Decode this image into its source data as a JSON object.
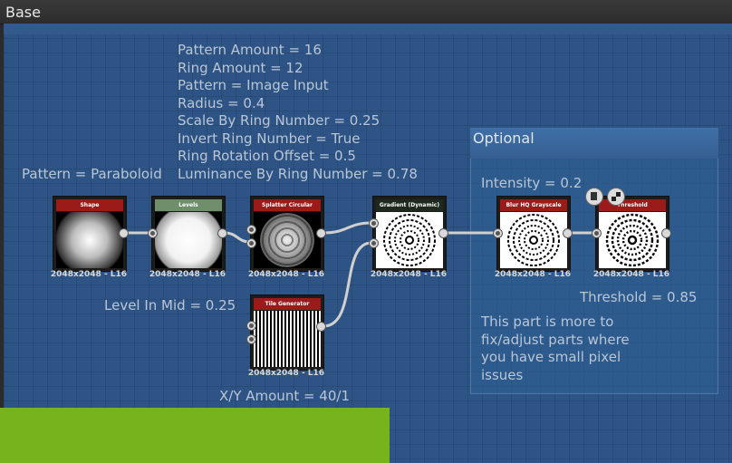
{
  "frame": {
    "title": "Base"
  },
  "optional_frame": {
    "title": "Optional",
    "note_lines": [
      "This part is more to",
      "fix/adjust parts where",
      "you have small pixel",
      "issues"
    ]
  },
  "labels": {
    "pattern": "Pattern = Paraboloid",
    "level_in_mid": "Level In Mid = 0.25",
    "xy_amount": "X/Y Amount = 40/1",
    "intensity": "Intensity = 0.2",
    "threshold": "Threshold = 0.85"
  },
  "splatter_params": [
    "Pattern Amount = 16",
    "Ring Amount = 12",
    "Pattern = Image Input",
    "Radius = 0.4",
    "Scale By Ring Number = 0.25",
    "Invert Ring Number = True",
    "Ring Rotation Offset = 0.5",
    "Luminance By Ring Number = 0.78"
  ],
  "nodes": [
    {
      "id": "shape",
      "title": "Shape",
      "size": "2048x2048 - L16",
      "title_color": "#9b1b1b"
    },
    {
      "id": "levels",
      "title": "Levels",
      "size": "2048x2048 - L16",
      "title_color": "#6f8f6a"
    },
    {
      "id": "splatter",
      "title": "Splatter Circular",
      "size": "2048x2048 - L16",
      "title_color": "#9b1b1b"
    },
    {
      "id": "gradient",
      "title": "Gradient (Dynamic)",
      "size": "2048x2048 - L16",
      "title_color": "#1f2a1f"
    },
    {
      "id": "tile",
      "title": "Tile Generator",
      "size": "2048x2048 - L16",
      "title_color": "#9b1b1b"
    },
    {
      "id": "blur",
      "title": "Blur HQ Grayscale",
      "size": "2048x2048 - L16",
      "title_color": "#9b1b1b"
    },
    {
      "id": "threshold",
      "title": "Threshold",
      "size": "2048x2048 - L16",
      "title_color": "#9b1b1b"
    }
  ],
  "node_icons": [
    "document-icon",
    "checker-icon"
  ],
  "colors": {
    "canvas": "#2e5485",
    "link": "#d0d0d0",
    "green_bar": "#76b31c"
  }
}
